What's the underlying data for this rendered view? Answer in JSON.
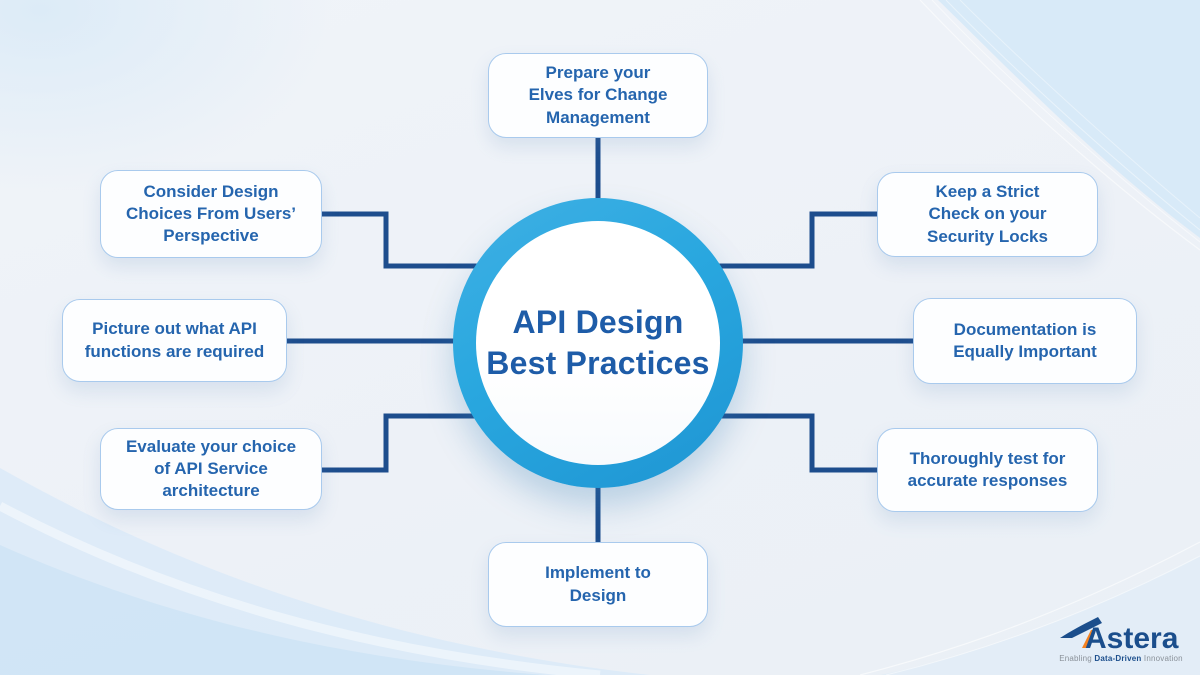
{
  "center": {
    "title": "API Design\nBest Practices"
  },
  "nodes": {
    "top": "Prepare your\nElves for Change\nManagement",
    "top_left": "Consider Design\nChoices From Users’\nPerspective",
    "left": "Picture out what API\nfunctions are required",
    "bottom_left": "Evaluate your choice\nof API Service\narchitecture",
    "top_right": "Keep a Strict\nCheck on your\nSecurity Locks",
    "right": "Documentation is\nEqually Important",
    "bottom_right": "Thoroughly test for\naccurate responses",
    "bottom": "Implement to\nDesign"
  },
  "logo": {
    "name": "Astera",
    "tagline_pre": "Enabling ",
    "tagline_bold": "Data-Driven",
    "tagline_post": " Innovation"
  },
  "colors": {
    "connector": "#1D4D8D",
    "ring": "#29A7DF",
    "node_border": "#A9CAED",
    "node_text": "#2565AE",
    "title_text": "#1E5CA8",
    "logo_blue": "#1B4E8C",
    "logo_orange": "#F58220",
    "background_wave": "#D8EAF8"
  }
}
